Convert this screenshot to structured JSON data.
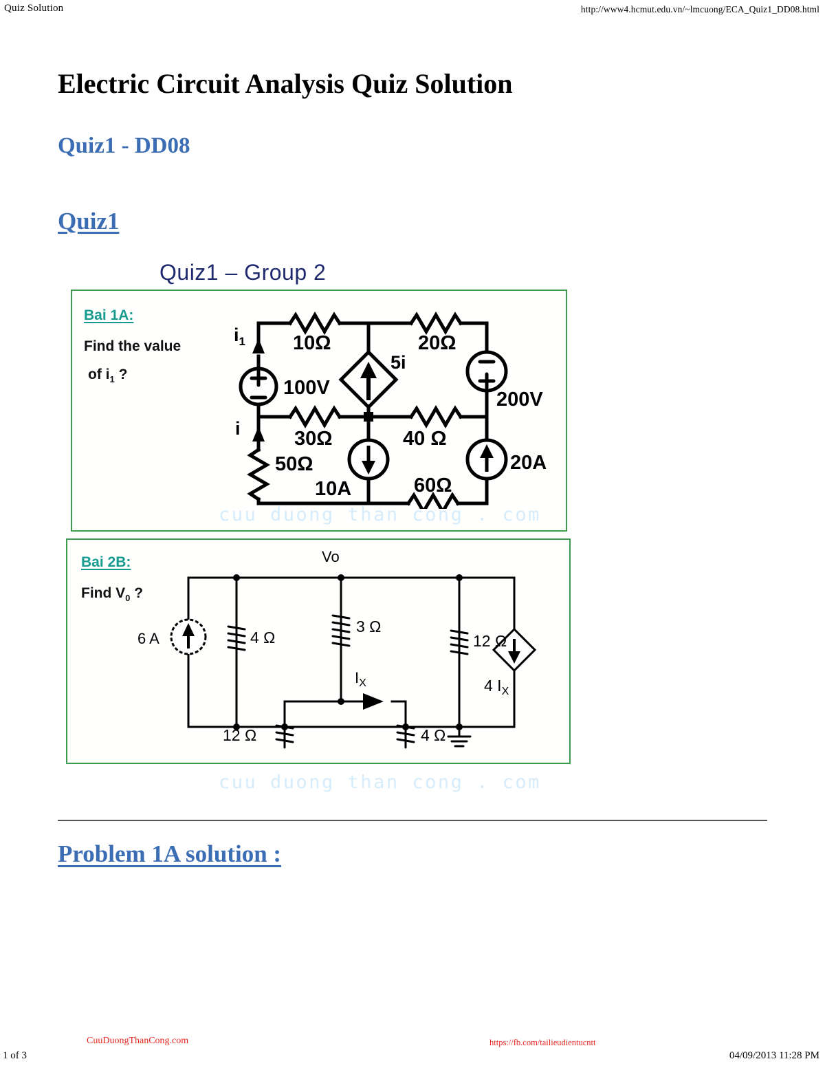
{
  "page_header": {
    "left_label": "Quiz Solution",
    "url": "http://www4.hcmut.edu.vn/~lmcuong/ECA_Quiz1_DD08.html"
  },
  "headings": {
    "title": "Electric Circuit Analysis Quiz Solution",
    "subtitle": "Quiz1 - DD08",
    "section_quiz1": "Quiz1",
    "section_problem": "Problem 1A solution :"
  },
  "slide": {
    "title": "Quiz1 – Group 2",
    "title_color": "#1f2a6e",
    "box_border_color": "#3f9a4f",
    "label_color": "#169b8f"
  },
  "problem1": {
    "label": "Bai 1A:",
    "question_line1": "Find the value",
    "question_line2_pre": "of i",
    "question_line2_sub": "1",
    "question_line2_post": " ?",
    "labels": {
      "i1": "i",
      "i1_sub": "1",
      "i": "i",
      "r10": "10Ω",
      "r20": "20Ω",
      "r30": "30Ω",
      "r40": "40 Ω",
      "r50": "50Ω",
      "r60": "60Ω",
      "v100": "100V",
      "v200": "200V",
      "dep5i": "5i",
      "i10a": "10A",
      "i20a": "20A"
    }
  },
  "problem2": {
    "label": "Bai 2B:",
    "question_pre": "Find V",
    "question_sub": "0",
    "question_post": " ?",
    "labels": {
      "vo": "Vo",
      "src6a": "6 A",
      "r4_top": "4 Ω",
      "r12_left": "12 Ω",
      "r3": "3 Ω",
      "r4_mid": "4 Ω",
      "r12_right": "12 Ω",
      "ix": "I",
      "ix_sub": "X",
      "dep4ix_pre": "4 I",
      "dep4ix_sub": "X"
    }
  },
  "watermark": {
    "text": "cuu duong than cong . com",
    "color": "#d6ecfb"
  },
  "footer": {
    "site": "CuuDuongThanCong.com",
    "fb": "https://fb.com/tailieudientucntt",
    "page": "1 of 3",
    "datetime": "04/09/2013 11:28 PM",
    "red": "#e8261e"
  }
}
